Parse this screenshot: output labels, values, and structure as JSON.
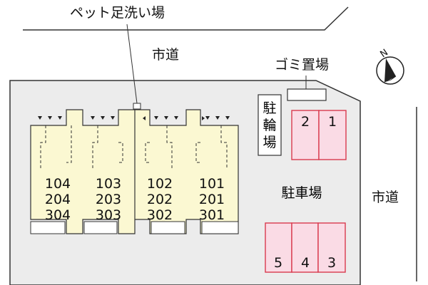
{
  "labels": {
    "pet_wash": "ペット足洗い場",
    "city_road_top": "市道",
    "garbage": "ゴミ置場",
    "bicycle": [
      "駐",
      "輪",
      "場"
    ],
    "parking": "駐車場",
    "city_road_right": "市道",
    "north": "N"
  },
  "buildings": [
    {
      "units": [
        "104",
        "204",
        "304"
      ]
    },
    {
      "units": [
        "103",
        "203",
        "303"
      ]
    },
    {
      "units": [
        "102",
        "202",
        "302"
      ]
    },
    {
      "units": [
        "101",
        "201",
        "301"
      ]
    }
  ],
  "parking_top": [
    "2",
    "1"
  ],
  "parking_bottom": [
    "5",
    "4",
    "3"
  ],
  "colors": {
    "lot": "#ececec",
    "building": "#fbf8d2",
    "parking_fill": "#fadbe5",
    "parking_stroke": "#d93a4e"
  }
}
